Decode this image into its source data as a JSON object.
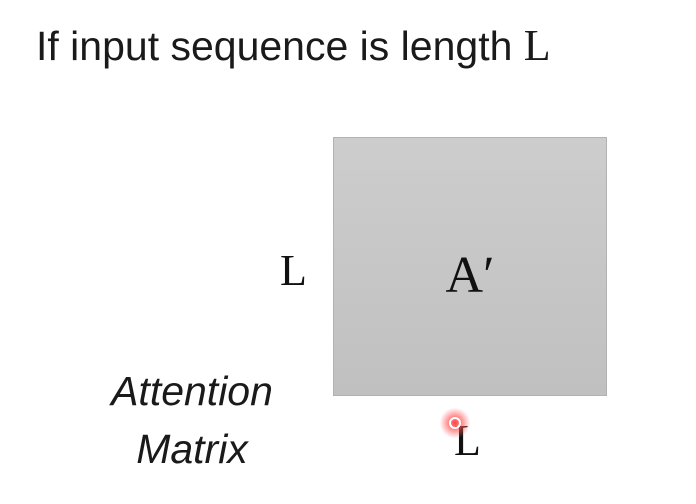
{
  "slide": {
    "title_prefix": "If input sequence is length ",
    "title_var": "L",
    "matrix_label": "A′",
    "side_dimension": "L",
    "bottom_dimension": "L",
    "caption_line1": "Attention",
    "caption_line2": "Matrix"
  },
  "colors": {
    "matrix_fill": "#c6c6c6",
    "matrix_border": "#b2b2b2",
    "pointer": "#ff3c3c"
  },
  "icons": {
    "cursor": "laser-pointer-icon"
  }
}
